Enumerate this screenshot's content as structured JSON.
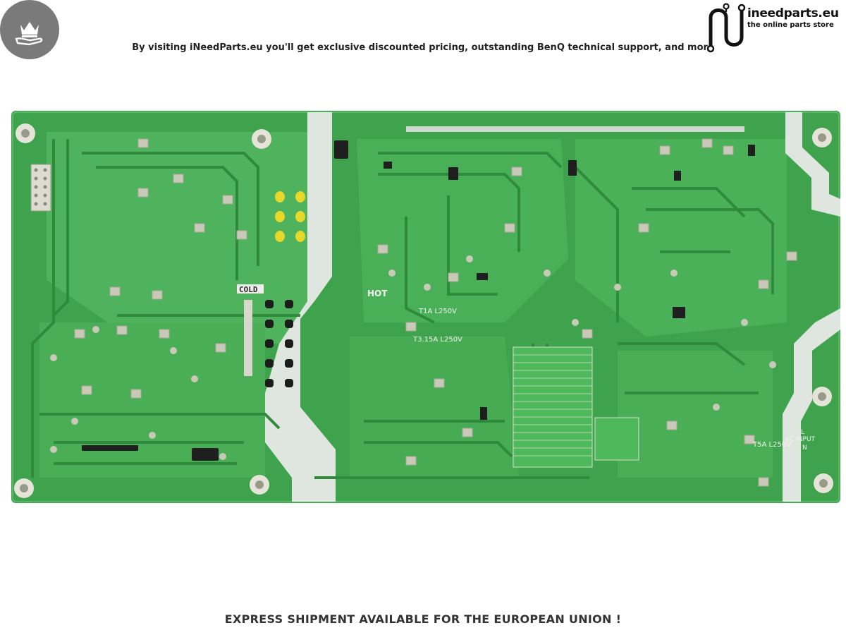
{
  "header": {
    "tagline": "By visiting iNeedParts.eu you'll get exclusive discounted pricing, outstanding BenQ technical support, and more",
    "badge_icon": "crown-hand-icon"
  },
  "logo": {
    "name": "ineedparts.eu",
    "slogan": "the online parts store",
    "icon": "circuit-n-icon"
  },
  "board": {
    "labels": {
      "cold": "COLD",
      "hot": "HOT",
      "fuse1": "T1A L250V",
      "fuse2": "T3.15A L250V",
      "fuse3": "T5A L250V",
      "ac_input": "AC INPUT",
      "line": "L",
      "neutral": "N"
    },
    "colors": {
      "pcb": "#3fa34d",
      "trace": "#2f8a3c",
      "pad": "#c9c9b8",
      "yellow": "#e8d82a"
    }
  },
  "footer": {
    "text": "EXPRESS SHIPMENT AVAILABLE FOR THE EUROPEAN UNION !"
  }
}
